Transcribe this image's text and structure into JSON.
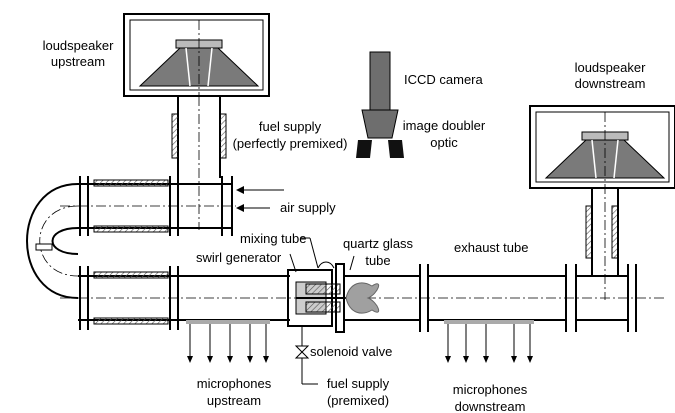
{
  "labels": {
    "loudspeaker_upstream": [
      "loudspeaker",
      "upstream"
    ],
    "loudspeaker_downstream": [
      "loudspeaker",
      "downstream"
    ],
    "icc_camera": "ICCD camera",
    "image_doubler": [
      "image doubler",
      "optic"
    ],
    "fuel_supply_top": [
      "fuel supply",
      "(perfectly premixed)"
    ],
    "air_supply": "air supply",
    "mixing_tube": "mixing tube",
    "swirl_generator": "swirl generator",
    "quartz_glass": [
      "quartz glass",
      "tube"
    ],
    "exhaust_tube": "exhaust tube",
    "solenoid_valve": "solenoid valve",
    "fuel_supply_bottom": [
      "fuel supply",
      "(premixed)"
    ],
    "microphones_upstream": [
      "microphones",
      "upstream"
    ],
    "microphones_downstream": [
      "microphones",
      "downstream"
    ]
  },
  "colors": {
    "line": "#000000",
    "speaker_fill": "#7a7a7a",
    "flame_fill": "#a0a0a0",
    "hatch": "#555555"
  }
}
